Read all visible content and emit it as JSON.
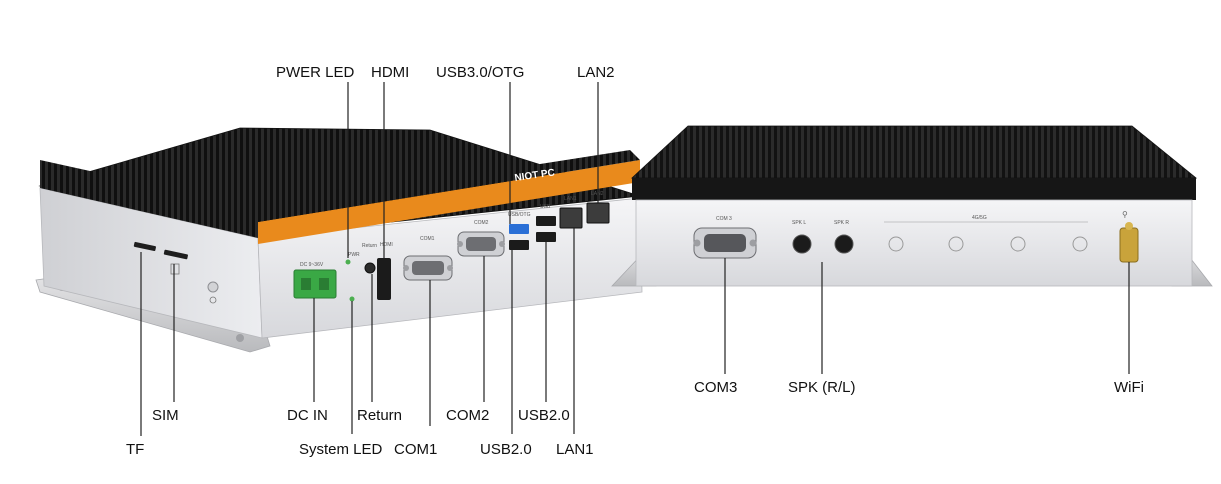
{
  "labels": {
    "pwer_led": "PWER LED",
    "hdmi": "HDMI",
    "usb30_otg": "USB3.0/OTG",
    "lan2": "LAN2",
    "tf": "TF",
    "sim": "SIM",
    "dc_in": "DC IN",
    "return": "Return",
    "system_led": "System LED",
    "com1": "COM1",
    "com2": "COM2",
    "usb20_upper": "USB2.0",
    "usb20_lower": "USB2.0",
    "lan1": "LAN1",
    "com3": "COM3",
    "spk": "SPK (R/L)",
    "wifi": "WiFi"
  },
  "device": {
    "brand": "NIOT PC",
    "silk": {
      "dc": "DC 9~36V",
      "pwr": "PWR",
      "return": "Return",
      "hdmi": "HDMI",
      "com1": "COM1",
      "com2": "COM2",
      "usb_otg": "USB/OTG",
      "usb": "USB",
      "lan1": "LAN1",
      "lan2": "LAN2",
      "com3": "COM 3",
      "spk_l": "SPK L",
      "spk_r": "SPK R",
      "antenna": "4G/5G"
    }
  },
  "colors": {
    "accent_orange": "#e98a1c",
    "heatsink": "#1c1c1c",
    "chassis": "#e9e9ec",
    "terminal_green": "#3aa845",
    "usb3_blue": "#2a6fd6",
    "antenna_gold": "#c9a33b"
  }
}
